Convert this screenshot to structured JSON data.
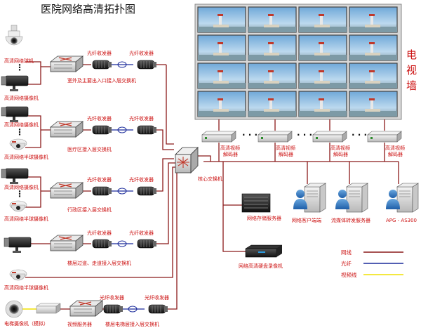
{
  "title": "医院网络高清拓扑图",
  "tv_wall_label": [
    "电",
    "视",
    "墙"
  ],
  "cameras": {
    "hd_ptz_camera": "高清网络球机",
    "hd_camera_1": "高清网络摄像机",
    "hd_camera_2": "高清网络摄像机",
    "hd_dome_1": "高清网络半球摄像机",
    "hd_camera_3": "高清网络摄像机",
    "hd_dome_2": "高清网络半球摄像机",
    "hd_dome_3": "高清网络半球摄像机",
    "elevator_camera": "电梯摄像机（模拟）"
  },
  "fiber": {
    "fiber_transceiver": "光纤收发器"
  },
  "switches": {
    "sw1": "室外及主要出入口接入层交换机",
    "sw2": "医疗区接入层交换机",
    "sw3": "行政区接入层交换机",
    "sw4": "楼层过道、走道接入层交换机",
    "sw5": "楼层电梯层接入层交换机",
    "core": "核心交换机"
  },
  "video_server": "视频服务器",
  "decoders": [
    "高清视频\n解码器",
    "高清视频\n解码器",
    "高清视频\n解码器",
    "高清视频\n解码器"
  ],
  "decoder_line1": "高清视频",
  "decoder_line2": "解码器",
  "storage_server": "网络存储服务器",
  "nvr": "网络高清硬盘录像机",
  "client_terminal": "网络客户端端",
  "stream_server": "流媒体转发服务器",
  "apg": "APG - AS300",
  "legend": [
    {
      "label": "网线",
      "color": "#8b1a1a"
    },
    {
      "label": "光纤",
      "color": "#1a2a9a"
    },
    {
      "label": "视频线",
      "color": "#f0e000"
    }
  ],
  "colors": {
    "network": "#8b1a1a",
    "fiber": "#1a2a9a",
    "video": "#f0e000",
    "accent_text": "#cc1111"
  }
}
